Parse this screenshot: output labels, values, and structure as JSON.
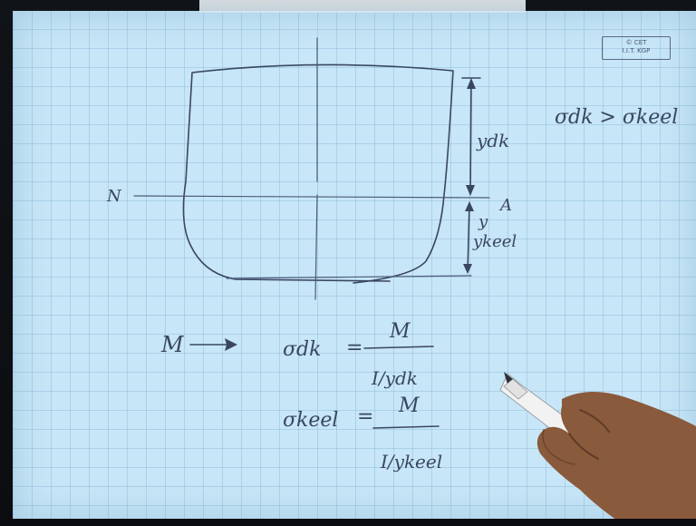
{
  "stamp": {
    "line1": "© CET",
    "line2": "I.I.T. KGP"
  },
  "labels": {
    "neutral_left": "N",
    "neutral_right": "A",
    "y_deck": "ydk",
    "y_keel_prefix": "y",
    "y_keel": "ykeel",
    "inequality": "σdk > σkeel",
    "moment": "M",
    "arrow": "→"
  },
  "equations": {
    "deck_lhs": "σdk",
    "deck_numerator": "M",
    "deck_denominator": "I/ydk",
    "keel_lhs": "σkeel",
    "keel_numerator": "M",
    "keel_denominator": "I/ykeel",
    "equals": "="
  },
  "colors": {
    "paper": "#c7e6f7",
    "grid": "#78aacd",
    "ink": "#3a4660",
    "background": "#0c0f14"
  }
}
